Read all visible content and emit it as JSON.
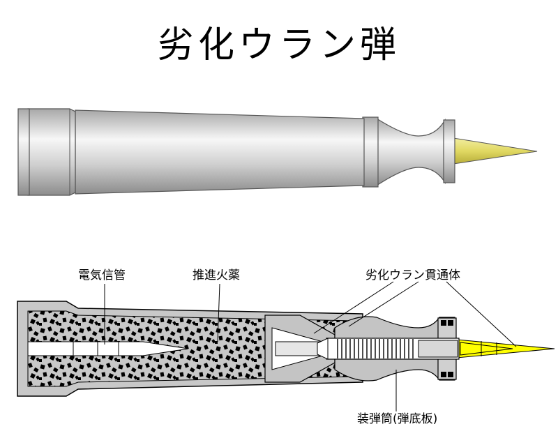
{
  "title": "劣化ウラン弾",
  "labels": {
    "fuze": "電気信管",
    "propellant": "推進火薬",
    "penetrator": "劣化ウラン貫通体",
    "sabot": "装弾筒(弾底板)"
  },
  "colors": {
    "steel_light": "#f4f4f4",
    "steel_mid": "#c9c9c9",
    "steel_dark": "#8a8a8a",
    "tip_gold": "#e8e27a",
    "tip_yellow": "#ffff00",
    "sabot_gray": "#c4c4c4",
    "propellant_black": "#000000"
  }
}
